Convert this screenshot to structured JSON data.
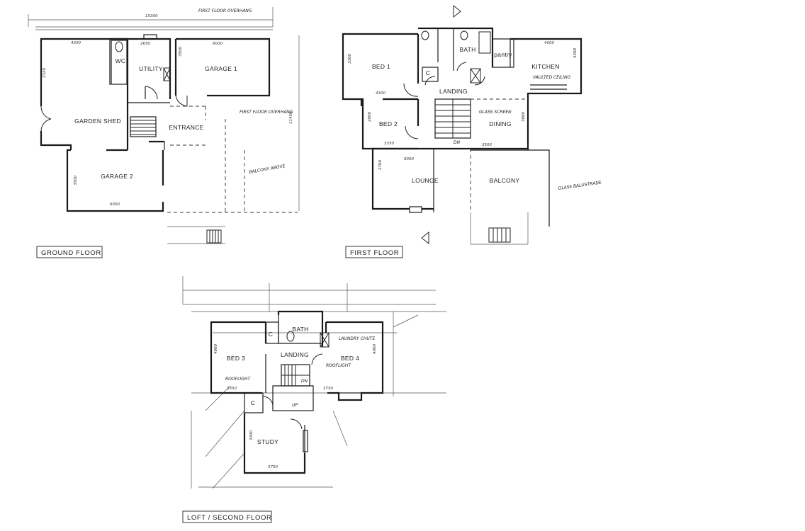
{
  "floors": {
    "ground": {
      "title": "GROUND FLOOR",
      "rooms": {
        "wc": "WC",
        "utility": "UTILITY",
        "garage1": "GARAGE 1",
        "garden_shed": "GARDEN SHED",
        "entrance": "ENTRANCE",
        "garage2": "GARAGE 2"
      },
      "dimensions": {
        "overall_width": "15300",
        "overall_depth": "11450",
        "shed_width": "4300",
        "shed_depth": "3320",
        "wc_width": "2650",
        "garage1_width": "6000",
        "garage1_depth": "3500",
        "garage2_width": "6000",
        "garage2_depth": "3500"
      },
      "notes": {
        "first_floor_overhang_top": "FIRST FLOOR OVERHANG",
        "first_floor_overhang_right": "FIRST FLOOR OVERHANG",
        "balcony_above": "BALCONY ABOVE"
      }
    },
    "first": {
      "title": "FIRST FLOOR",
      "rooms": {
        "bed1": "BED 1",
        "bath": "BATH",
        "pantry": "pantry",
        "kitchen": "KITCHEN",
        "cupboard": "C",
        "landing": "LANDING",
        "bed2": "BED 2",
        "dining": "DINING",
        "lounge": "LOUNGE",
        "balcony": "BALCONY"
      },
      "dimensions": {
        "bed1_depth": "3300",
        "bed1_width": "4300",
        "bed2_depth": "2800",
        "bed2_width": "3350",
        "kitchen_width": "4000",
        "kitchen_depth": "3300",
        "dining_depth": "3600",
        "dining_width": "3500",
        "lounge_width": "6000",
        "lounge_depth": "2700"
      },
      "notes": {
        "kitchen_ceiling": "VAULTED CEILING",
        "glass_screen": "GLASS SCREEN",
        "glass_balustrade": "GLASS BALUSTRADE",
        "stair_dn": "DN"
      }
    },
    "loft": {
      "title": "LOFT / SECOND FLOOR",
      "rooms": {
        "bed3": "BED 3",
        "cupboard_bed3": "C",
        "bath": "BATH",
        "landing": "LANDING",
        "laundry_chute": "LAUNDRY CHUTE",
        "bed4": "BED 4",
        "cupboard_study": "C",
        "study": "STUDY"
      },
      "dimensions": {
        "bed3_depth": "4000",
        "bed3_width": "3350",
        "bed4_depth": "4000",
        "bed4_width": "3750",
        "study_depth": "3300",
        "study_width": "3750"
      },
      "notes": {
        "rooflight_bed3": "ROOFLIGHT",
        "rooflight_bed4": "ROOFLIGHT",
        "stair_dn": "DN",
        "stair_up": "UP"
      }
    }
  }
}
